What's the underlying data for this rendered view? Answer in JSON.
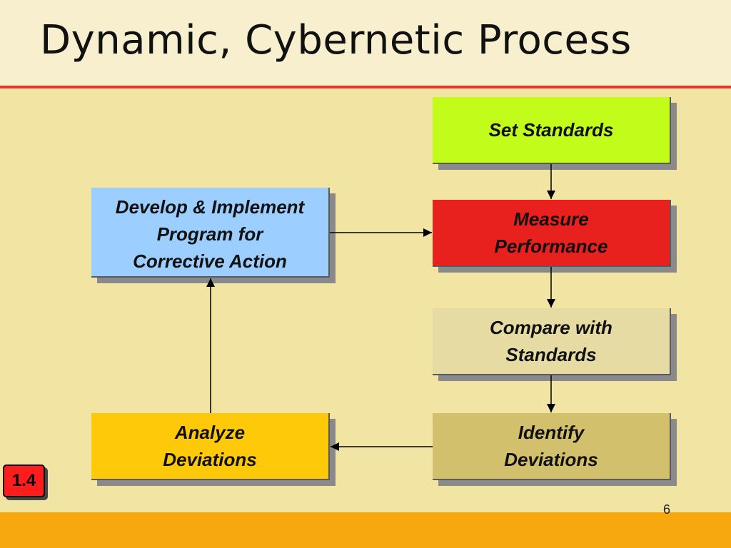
{
  "slide": {
    "title": "Dynamic, Cybernetic Process",
    "page_number": "6",
    "badge": "1.4"
  },
  "diagram": {
    "nodes": {
      "set_standards": "Set Standards",
      "measure_performance": "Measure\nPerformance",
      "compare_with_standards": "Compare with\nStandards",
      "identify_deviations": "Identify\nDeviations",
      "analyze_deviations": "Analyze\nDeviations",
      "develop_program": "Develop & Implement\nProgram for\nCorrective Action"
    },
    "edges": [
      [
        "set_standards",
        "measure_performance"
      ],
      [
        "measure_performance",
        "compare_with_standards"
      ],
      [
        "compare_with_standards",
        "identify_deviations"
      ],
      [
        "identify_deviations",
        "analyze_deviations"
      ],
      [
        "analyze_deviations",
        "develop_program"
      ],
      [
        "develop_program",
        "measure_performance"
      ]
    ],
    "colors": {
      "set_standards": "#c2fc1a",
      "measure_performance": "#e8201e",
      "compare_with_standards": "#e6dba2",
      "identify_deviations": "#d2c06c",
      "analyze_deviations": "#fdc908",
      "develop_program": "#9ccfff"
    }
  }
}
